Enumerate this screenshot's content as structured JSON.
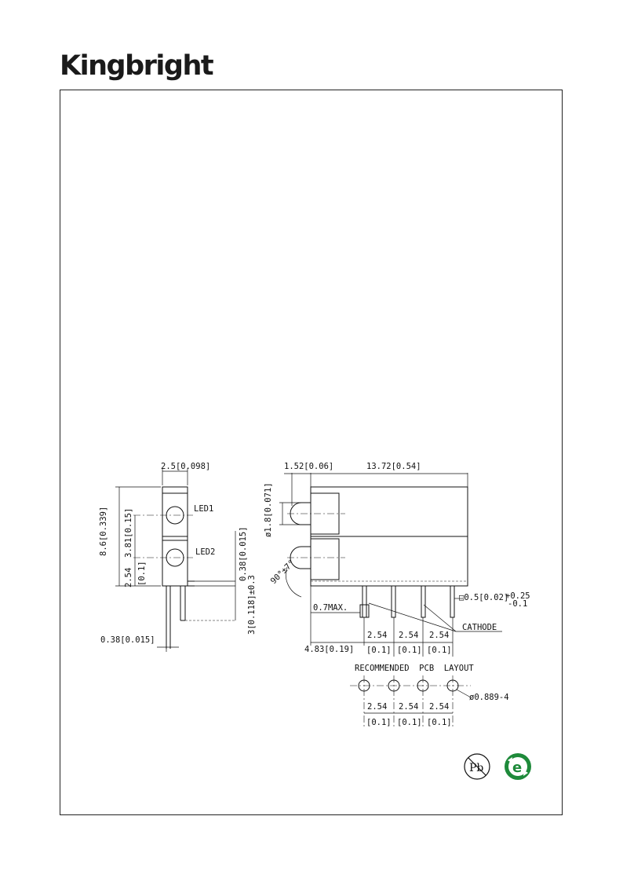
{
  "header": {
    "logo_text": "Kingbright"
  },
  "drawing": {
    "side_view": {
      "width_dim": "2.5[0.098]",
      "height_dim": "8.6[0.339]",
      "led_pitch_dim": "3.81[0.15]",
      "base_dim_mm": "2.54",
      "base_dim_in": "[0.1]",
      "led1_label": "LED1",
      "led2_label": "LED2",
      "lead_thickness_dim": "0.38[0.015]",
      "lead_length_dim": "3[0.118]±0.3",
      "bottom_lead_dim": "0.38[0.015]"
    },
    "front_view": {
      "lens_offset_dim": "1.52[0.06]",
      "length_dim": "13.72[0.54]",
      "lens_dia_dim": "ø1.8[0.071]",
      "angle_dim": "90°±7°",
      "max_dim": "0.7MAX.",
      "lead_square_dim": "□0.5[0.02]",
      "tol_plus": "+0.25",
      "tol_minus": "-0.1",
      "cathode_label": "CATHODE",
      "left_offset_dim": "4.83[0.19]",
      "pitch_mm": [
        "2.54",
        "2.54",
        "2.54"
      ],
      "pitch_in": [
        "[0.1]",
        "[0.1]",
        "[0.1]"
      ]
    },
    "pcb_layout": {
      "title": "RECOMMENDED  PCB  LAYOUT",
      "hole_dim": "ø0.889-4",
      "pitch_mm": [
        "2.54",
        "2.54",
        "2.54"
      ],
      "pitch_in": [
        "[0.1]",
        "[0.1]",
        "[0.1]"
      ]
    }
  },
  "marks": {
    "pb_free_text": "Pb",
    "rohs_text": "e"
  }
}
